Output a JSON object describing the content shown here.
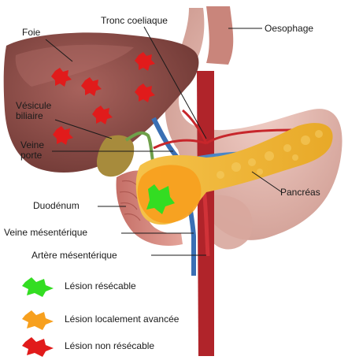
{
  "labels": {
    "foie": "Foie",
    "tronc": "Tronc coeliaque",
    "oesophage": "Oesophage",
    "vesicule": "Vésicule biliaire",
    "veine_porte": "Veine porte",
    "pancreas": "Pancréas",
    "duodenum": "Duodénum",
    "veine_mes": "Veine mésentérique",
    "artere_mes": "Artère mésentérique"
  },
  "legend": [
    {
      "label": "Lésion résécable",
      "color": "#33dd22"
    },
    {
      "label": "Lésion localement avancée",
      "color": "#f7a01e"
    },
    {
      "label": "Lésion non résécable",
      "color": "#e11b1b"
    }
  ],
  "colors": {
    "liver": "#8a4a45",
    "stomach": "#e0b6ae",
    "pancreas": "#f0b63a",
    "artery": "#c7262b",
    "vein": "#3a6fb4"
  }
}
